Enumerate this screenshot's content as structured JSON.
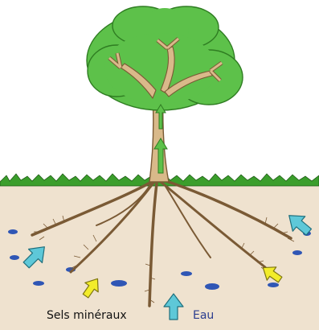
{
  "labels": {
    "mineral_salts": "Sels minéraux",
    "water": "Eau"
  },
  "colors": {
    "foliage": "#5dc14a",
    "foliage_dark": "#2f7d22",
    "trunk": "#d9b98a",
    "soil": "#efe2cf",
    "grass": "#3b9e2c",
    "water_arrow": "#5ec8d8",
    "salt_arrow": "#f2ec2a",
    "water_pockets": "#2f56b5"
  },
  "icons": {
    "water_arrows": "arrow-up-cyan",
    "mineral_arrows": "arrow-up-yellow"
  }
}
